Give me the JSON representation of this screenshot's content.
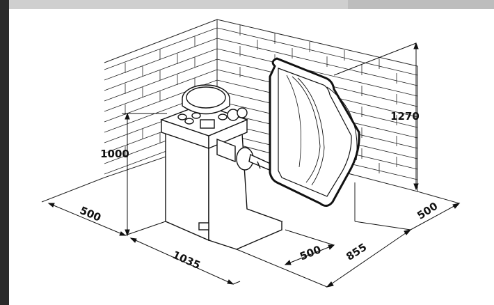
{
  "dimensions": {
    "depth_left": "500",
    "width_front": "1035",
    "machine_height": "1000",
    "guard_height": "1270",
    "clearance_front": "500",
    "total_right": "855",
    "clearance_right": "500"
  },
  "colors": {
    "frame_left": "#2b2b2b",
    "frame_top": "#cfcfcf",
    "line": "#111111",
    "background": "#ffffff"
  }
}
